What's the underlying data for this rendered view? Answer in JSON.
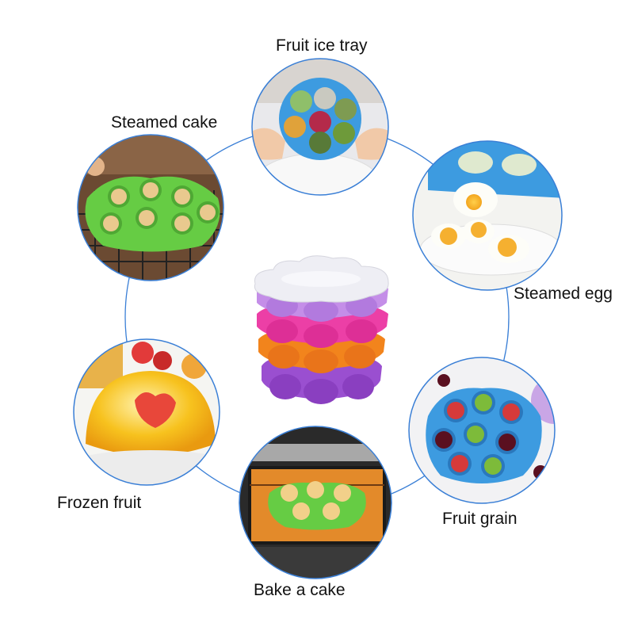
{
  "labels": {
    "fruit_ice_tray": "Fruit ice tray",
    "steamed_cake": "Steamed cake",
    "steamed_egg": "Steamed egg",
    "frozen_fruit": "Frozen fruit",
    "fruit_grain": "Fruit grain",
    "bake_a_cake": "Bake a cake"
  },
  "colors": {
    "ring_line": "#3a7fd6",
    "tray_blue": "#3d9be0",
    "tray_green": "#66cc44",
    "tray_white": "#eeeef4",
    "tray_lavender": "#c48ee8",
    "tray_pink": "#ec3fa6",
    "tray_orange": "#f2841c",
    "tray_purple": "#9a4fd0",
    "jelly_yellow": "#f7c21e",
    "berry_red": "#e23a3a"
  },
  "icons": {
    "center_product": "stacked-silicone-trays",
    "photo_1": "fruit-ice-tray-photo",
    "photo_2": "steamed-cake-photo",
    "photo_3": "steamed-egg-photo",
    "photo_4": "frozen-fruit-photo",
    "photo_5": "fruit-grain-photo",
    "photo_6": "bake-a-cake-photo"
  }
}
